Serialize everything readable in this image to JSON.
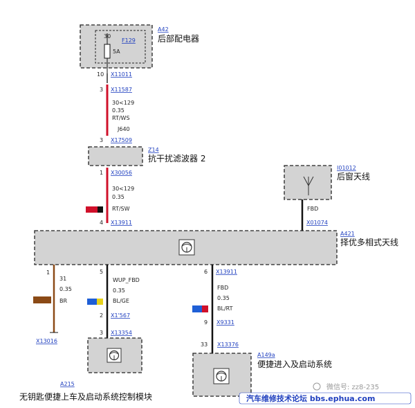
{
  "components": {
    "a42": {
      "code": "A42",
      "name": "后部配电器",
      "fuse_code": "F129",
      "fuse_pin": "30",
      "fuse_rating": "5A"
    },
    "z14": {
      "code": "Z14",
      "name": "抗干扰滤波器 2"
    },
    "i01012": {
      "code": "I01012",
      "name": "后窗天线"
    },
    "a421": {
      "code": "A421",
      "name": "择优多相式天线"
    },
    "a215": {
      "code": "A215",
      "name": "无钥匙便捷上车及启动系统控制模块"
    },
    "a149a": {
      "code": "A149a",
      "name": "便捷进入及启动系统"
    }
  },
  "connectors": {
    "c1": {
      "pin": "10",
      "id": "X11011"
    },
    "c2": {
      "pin": "3",
      "id": "X11587"
    },
    "c3": {
      "pin": "3",
      "id": "X17509"
    },
    "c4": {
      "pin": "1",
      "id": "X30056"
    },
    "c5": {
      "pin": "4",
      "id": "X13911"
    },
    "c6": {
      "pin": "",
      "id": "X01074"
    },
    "c7": {
      "pin": "1",
      "id": ""
    },
    "c8": {
      "pin": "5",
      "id": ""
    },
    "c9": {
      "pin": "6",
      "id": "X13911"
    },
    "c10": {
      "pin": "2",
      "id": "X1'567"
    },
    "c11": {
      "pin": "3",
      "id": "X13354"
    },
    "c12": {
      "pin": "9",
      "id": "X9331"
    },
    "c13": {
      "pin": "33",
      "id": "X13376"
    },
    "c14": {
      "pin": "",
      "id": "X13016"
    }
  },
  "wires": {
    "w1": [
      "30<129",
      "0.35",
      "RT/WS",
      "J640"
    ],
    "w2": [
      "30<129",
      "0.35",
      "RT/SW"
    ],
    "w3": [
      "FBD"
    ],
    "w4": [
      "31",
      "0.35",
      "BR"
    ],
    "w5": [
      "WUP_FBD",
      "0.35",
      "BL/GE"
    ],
    "w6": [
      "FBD",
      "0.35",
      "BL/RT"
    ]
  },
  "watermark": {
    "wechat": "微信号: zz8-235",
    "forum": "汽车维修技术论坛 bbs.ephua.com"
  },
  "colors": {
    "red_wire": "#d0102a",
    "black_wire": "#111111",
    "brown_wire": "#8b4a16",
    "box_fill": "#d3d3d3",
    "link_blue": "#1f3fbf"
  }
}
